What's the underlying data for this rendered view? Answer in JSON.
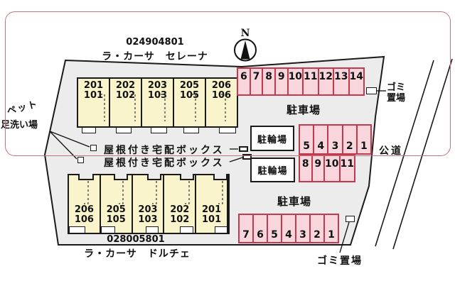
{
  "plan": {
    "building_top": {
      "id": "024904801",
      "name": "ラ・カーサ　セレーナ",
      "units": [
        {
          "upper": "201",
          "lower": "101"
        },
        {
          "upper": "202",
          "lower": "102"
        },
        {
          "upper": "203",
          "lower": "103"
        },
        {
          "upper": "205",
          "lower": "105"
        },
        {
          "upper": "206",
          "lower": "106"
        }
      ]
    },
    "building_bottom": {
      "id": "028005801",
      "name": "ラ・カーサ　ドルチェ",
      "units": [
        {
          "upper": "206",
          "lower": "106"
        },
        {
          "upper": "205",
          "lower": "105"
        },
        {
          "upper": "203",
          "lower": "103"
        },
        {
          "upper": "202",
          "lower": "102"
        },
        {
          "upper": "201",
          "lower": "101"
        }
      ]
    },
    "labels": {
      "north": "N",
      "pet_wash_line1": "ペット",
      "pet_wash_line2": "足洗い場",
      "delivery_box_top": "屋根付き宅配ボックス",
      "delivery_box_bottom": "屋根付き宅配ボックス",
      "bicycle_parking_top": "駐輪場",
      "bicycle_parking_bottom": "駐輪場",
      "parking_lot_top": "駐車場",
      "parking_lot_bottom": "駐車場",
      "garbage_top_line1": "ゴミ",
      "garbage_top_line2": "置場",
      "garbage_bottom": "ゴミ置場",
      "public_road": "公道"
    },
    "parking": {
      "row_top": [
        "6",
        "7",
        "8",
        "9",
        "10",
        "11",
        "12",
        "13",
        "14"
      ],
      "row_mid_upper": [
        "5",
        "4",
        "3",
        "2",
        "1"
      ],
      "row_mid_lower": [
        "8",
        "9",
        "10",
        "11"
      ],
      "row_bottom": [
        "7",
        "6",
        "5",
        "4",
        "3",
        "2",
        "1"
      ]
    },
    "colors": {
      "site_fill": "#ececec",
      "building_fill": "#f9f4cc",
      "stall_fill": "#f8d6dc",
      "stall_border": "#c23a50",
      "annotation_border": "#c7737f"
    }
  }
}
